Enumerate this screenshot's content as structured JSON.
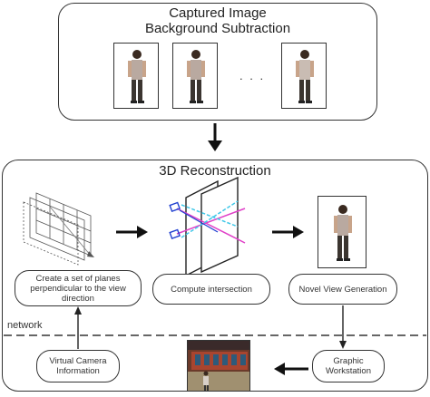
{
  "top_panel": {
    "title_line1": "Captured Image",
    "title_line2": "Background Subtraction",
    "ellipsis": ". . ."
  },
  "recon_panel": {
    "title": "3D Reconstruction",
    "steps": [
      {
        "label": "Create a set of planes perpendicular to the view direction"
      },
      {
        "label": "Compute intersection"
      },
      {
        "label": "Novel View Generation"
      }
    ],
    "network_label": "network"
  },
  "bottom": {
    "virtual_camera": "Virtual Camera Information",
    "graphic_workstation": "Graphic Workstation"
  },
  "colors": {
    "line": "#333333",
    "magenta": "#e040c8",
    "cyan": "#40c8e8",
    "blue": "#2040d0"
  }
}
